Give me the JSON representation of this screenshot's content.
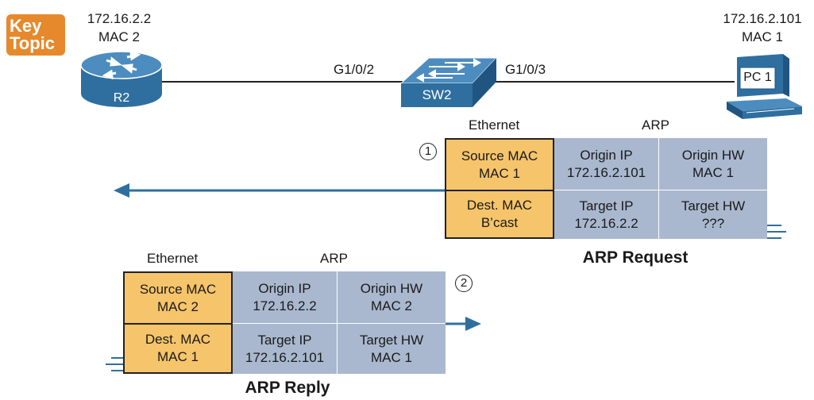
{
  "key_topic": {
    "line1": "Key",
    "line2": "Topic"
  },
  "router": {
    "ip": "172.16.2.2",
    "mac": "MAC 2",
    "label": "R2"
  },
  "switch": {
    "label": "SW2",
    "port_left": "G1/0/2",
    "port_right": "G1/0/3"
  },
  "pc": {
    "ip": "172.16.2.101",
    "mac": "MAC 1",
    "label": "PC 1"
  },
  "request": {
    "step": "1",
    "header_ethernet": "Ethernet",
    "header_arp": "ARP",
    "title": "ARP Request",
    "cells": {
      "src_mac_l1": "Source MAC",
      "src_mac_l2": "MAC 1",
      "origin_ip_l1": "Origin IP",
      "origin_ip_l2": "172.16.2.101",
      "origin_hw_l1": "Origin HW",
      "origin_hw_l2": "MAC 1",
      "dst_mac_l1": "Dest. MAC",
      "dst_mac_l2": "B’cast",
      "target_ip_l1": "Target IP",
      "target_ip_l2": "172.16.2.2",
      "target_hw_l1": "Target HW",
      "target_hw_l2": "???"
    }
  },
  "reply": {
    "step": "2",
    "header_ethernet": "Ethernet",
    "header_arp": "ARP",
    "title": "ARP Reply",
    "cells": {
      "src_mac_l1": "Source MAC",
      "src_mac_l2": "MAC 2",
      "origin_ip_l1": "Origin IP",
      "origin_ip_l2": "172.16.2.2",
      "origin_hw_l1": "Origin HW",
      "origin_hw_l2": "MAC 2",
      "dst_mac_l1": "Dest. MAC",
      "dst_mac_l2": "MAC 1",
      "target_ip_l1": "Target IP",
      "target_ip_l2": "172.16.2.101",
      "target_hw_l1": "Target HW",
      "target_hw_l2": "MAC 1"
    }
  },
  "colors": {
    "ethernet": "#f6c46a",
    "arp": "#a9b8cf",
    "arrow": "#2f6f9f",
    "key_topic": "#e6892c"
  }
}
